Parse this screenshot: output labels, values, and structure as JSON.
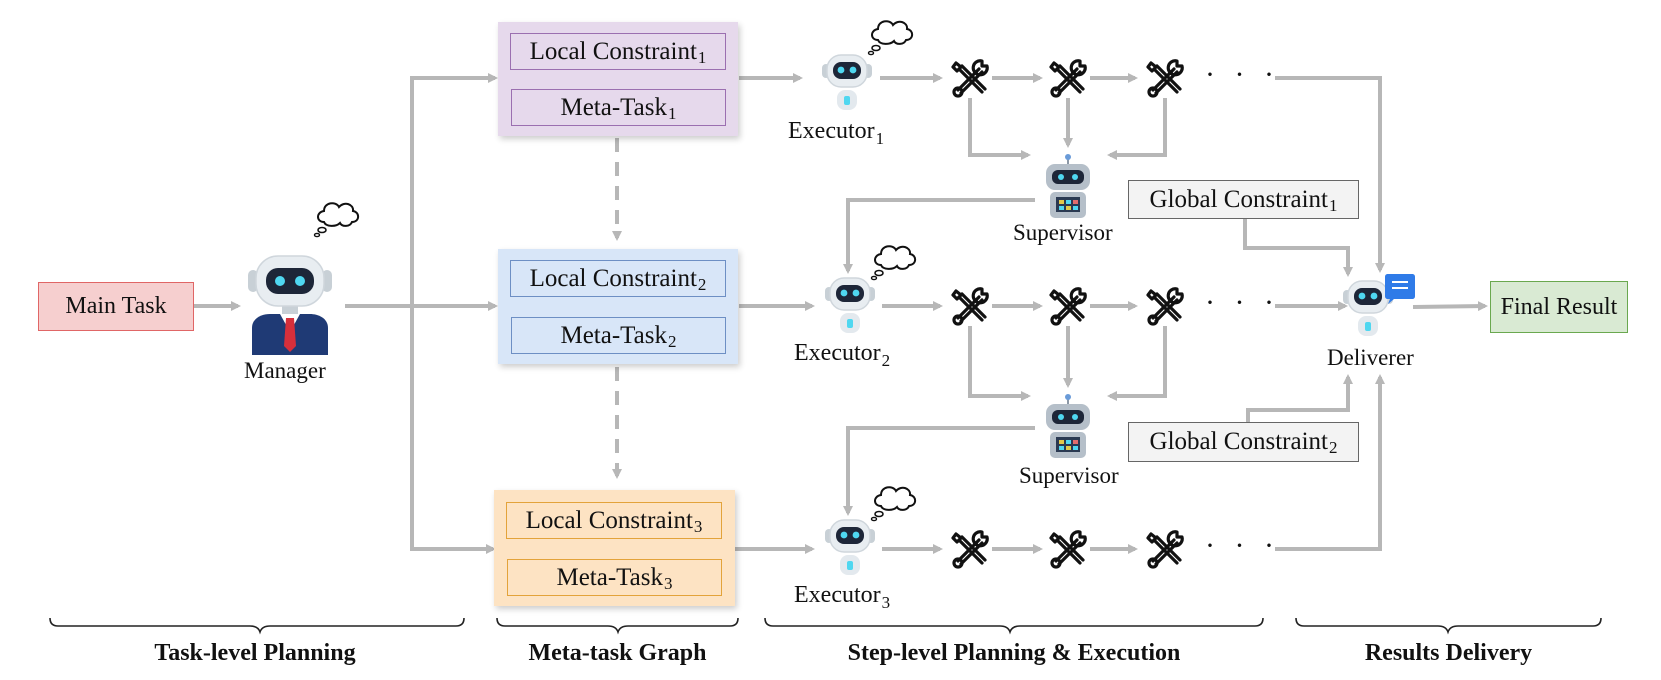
{
  "main_task": "Main Task",
  "manager": "Manager",
  "final_result": "Final Result",
  "deliverer": "Deliverer",
  "supervisor": "Supervisor",
  "ellipsis": "· · ·",
  "executor": {
    "name": "Executor",
    "subs": [
      "1",
      "2",
      "3"
    ]
  },
  "meta_tasks": [
    {
      "local_constraint": "Local Constraint",
      "meta_task": "Meta-Task",
      "sub": "1",
      "fill": "#e6d9ec",
      "border": "#9b6fb0"
    },
    {
      "local_constraint": "Local Constraint",
      "meta_task": "Meta-Task",
      "sub": "2",
      "fill": "#d8e6f8",
      "border": "#6d8fc4"
    },
    {
      "local_constraint": "Local Constraint",
      "meta_task": "Meta-Task",
      "sub": "3",
      "fill": "#fde3c3",
      "border": "#e3a33a"
    }
  ],
  "global_constraints": [
    {
      "label": "Global Constraint",
      "sub": "1"
    },
    {
      "label": "Global Constraint",
      "sub": "2"
    }
  ],
  "sections": [
    "Task-level Planning",
    "Meta-task Graph",
    "Step-level Planning & Execution",
    "Results Delivery"
  ],
  "colors": {
    "arrow": "#b7b7b7",
    "main_task_fill": "#f6cfcf",
    "main_task_border": "#e06666",
    "final_fill": "#d9ead3",
    "final_border": "#6aa84f",
    "robot_accent": "#4fd7f0"
  }
}
